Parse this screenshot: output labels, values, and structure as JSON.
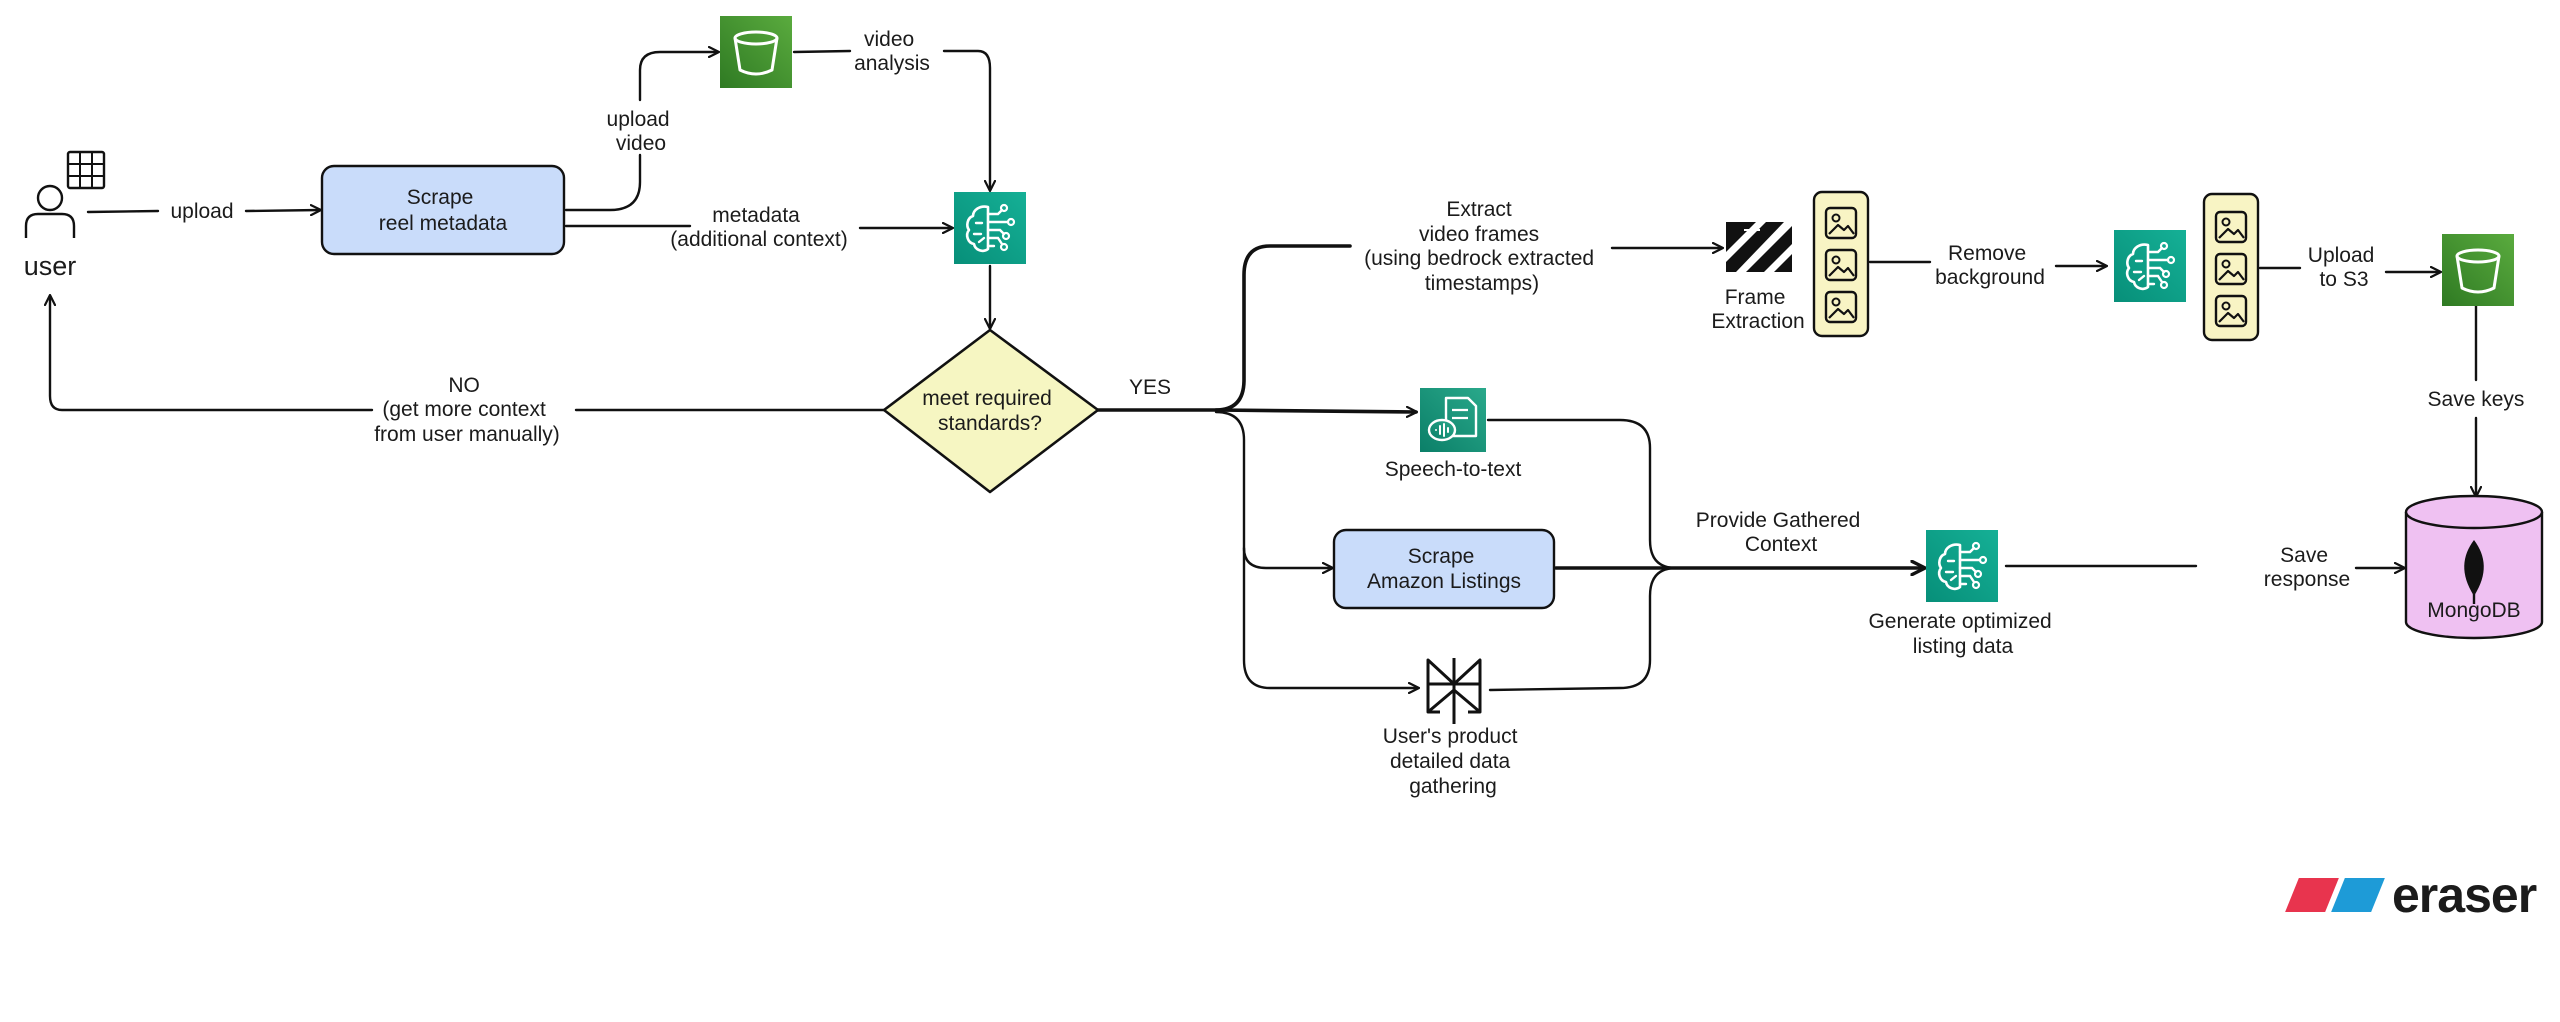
{
  "nodes": {
    "user": "user",
    "scrape_reel": [
      "Scrape",
      "reel metadata"
    ],
    "decision": [
      "meet required",
      "standards?"
    ],
    "speech_to_text": "Speech-to-text",
    "scrape_amazon": [
      "Scrape",
      "Amazon Listings"
    ],
    "product_gathering": [
      "User's product",
      "detailed data",
      "gathering"
    ],
    "frame_extraction": [
      "Frame",
      "Extraction"
    ],
    "generate_listing": [
      "Generate optimized",
      "listing data"
    ],
    "mongodb": "MongoDB"
  },
  "edges": {
    "upload": "upload",
    "upload_video": [
      "upload",
      "video"
    ],
    "video_analysis": [
      "video",
      "analysis"
    ],
    "metadata": [
      "metadata",
      "(additional context)"
    ],
    "no": [
      "NO",
      "(get more context",
      "from user manually)"
    ],
    "yes": "YES",
    "extract_frames": [
      "Extract",
      "video frames",
      "(using bedrock extracted",
      "timestamps)"
    ],
    "remove_background": [
      "Remove",
      "background"
    ],
    "upload_s3": [
      "Upload",
      "to S3"
    ],
    "save_keys": "Save keys",
    "provide_context": [
      "Provide Gathered",
      "Context"
    ],
    "save_response": [
      "Save",
      "response"
    ]
  },
  "brand": {
    "name": "eraser",
    "colors": [
      "#e8344e",
      "#1e9bd7"
    ]
  },
  "colors": {
    "process_fill": "#c9dcfa",
    "decision_fill": "#f6f6c2",
    "frames_fill": "#f8f4c4",
    "db_fill": "#efc1f2",
    "bedrock": "#0e9f87",
    "s3": "#3f8f2e"
  },
  "icons": [
    "user-icon",
    "video-grid-icon",
    "s3-bucket-icon",
    "bedrock-brain-icon",
    "transcribe-icon",
    "perplexity-icon",
    "ffmpeg-icon",
    "image-stack-icon",
    "mongodb-leaf-icon"
  ]
}
